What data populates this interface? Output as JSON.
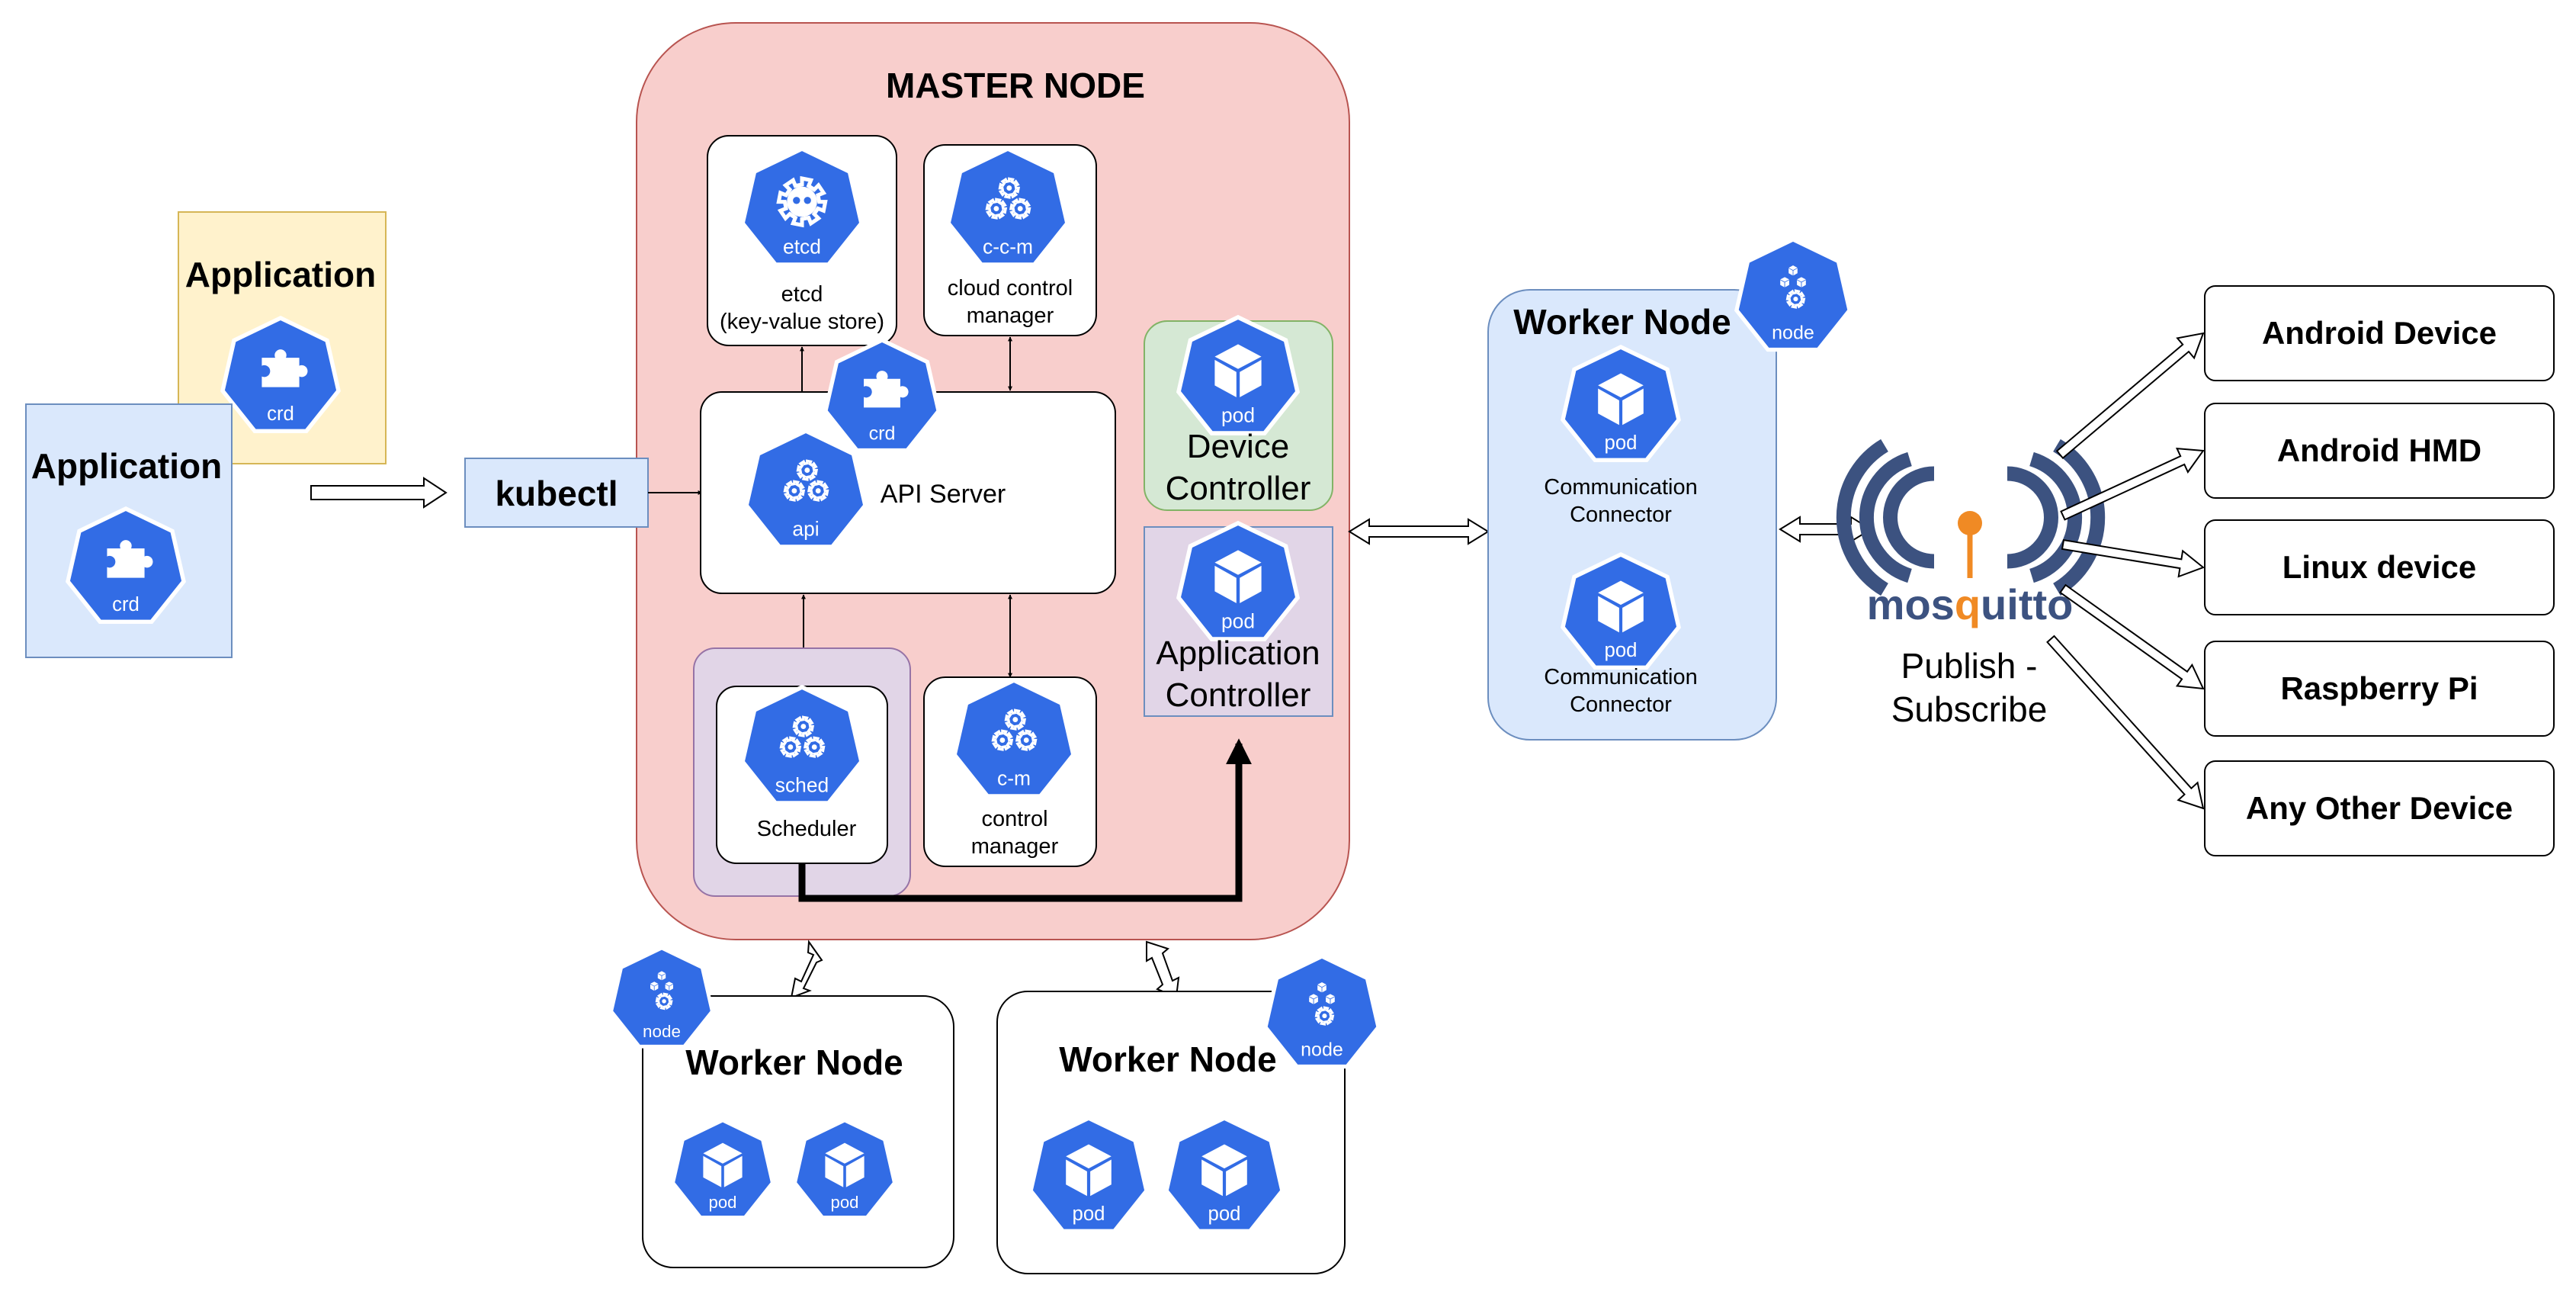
{
  "title": "MASTER NODE",
  "applications": [
    {
      "title": "Application",
      "icon_label": "crd",
      "icon": "crd-puzzle-icon"
    },
    {
      "title": "Application",
      "icon_label": "crd",
      "icon": "crd-puzzle-icon"
    }
  ],
  "kubectl": {
    "label": "kubectl"
  },
  "master": {
    "etcd": {
      "icon_label": "etcd",
      "line1": "etcd",
      "line2": "(key-value store)"
    },
    "ccm": {
      "icon_label": "c-c-m",
      "line1": "cloud control",
      "line2": "manager"
    },
    "api_server": {
      "label": "API Server",
      "icon_label": "api",
      "crd_label": "crd"
    },
    "scheduler": {
      "icon_label": "sched",
      "label": "Scheduler"
    },
    "cm": {
      "icon_label": "c-m",
      "line1": "control",
      "line2": "manager"
    },
    "device_controller": {
      "icon_label": "pod",
      "line1": "Device",
      "line2": "Controller"
    },
    "app_controller": {
      "icon_label": "pod",
      "line1": "Application",
      "line2": "Controller"
    }
  },
  "worker_right": {
    "title": "Worker Node",
    "node_label": "node",
    "connectors": [
      {
        "icon_label": "pod",
        "line1": "Communication",
        "line2": "Connector"
      },
      {
        "icon_label": "pod",
        "line1": "Communication",
        "line2": "Connector"
      }
    ]
  },
  "worker_bottom": [
    {
      "title": "Worker Node",
      "node_label": "node",
      "pods": [
        "pod",
        "pod"
      ]
    },
    {
      "title": "Worker Node",
      "node_label": "node",
      "pods": [
        "pod",
        "pod"
      ]
    }
  ],
  "mosquitto": {
    "logo_text_pre": "mos",
    "logo_text_post": "uitto",
    "line1": "Publish -",
    "line2": "Subscribe"
  },
  "devices": [
    "Android Device",
    "Android HMD",
    "Linux device",
    "Raspberry Pi",
    "Any Other Device"
  ],
  "colors": {
    "k8s_blue": "#326ce5",
    "master_fill": "#f8cecc",
    "app_yellow": "#fff2cc",
    "app_blue": "#dae8fc",
    "purple": "#e1d5e7",
    "green": "#d5e8d4",
    "mosquitto_navy": "#3c5280",
    "mosquitto_orange": "#f08a24"
  }
}
